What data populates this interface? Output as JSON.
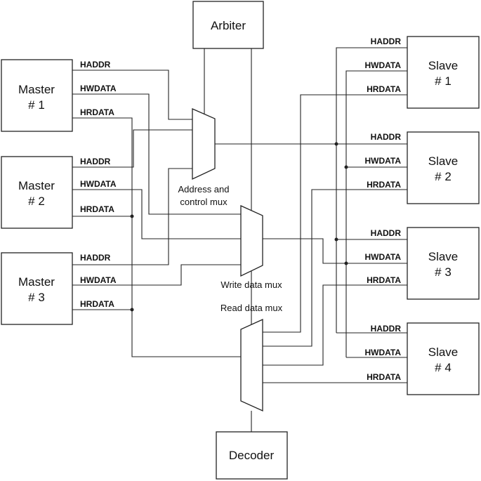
{
  "blocks": {
    "arbiter": "Arbiter",
    "decoder": "Decoder",
    "masters": [
      {
        "line1": "Master",
        "line2": "# 1"
      },
      {
        "line1": "Master",
        "line2": "# 2"
      },
      {
        "line1": "Master",
        "line2": "# 3"
      }
    ],
    "slaves": [
      {
        "line1": "Slave",
        "line2": "# 1"
      },
      {
        "line1": "Slave",
        "line2": "# 2"
      },
      {
        "line1": "Slave",
        "line2": "# 3"
      },
      {
        "line1": "Slave",
        "line2": "# 4"
      }
    ]
  },
  "signals": {
    "haddr": "HADDR",
    "hwdata": "HWDATA",
    "hrdata": "HRDATA"
  },
  "muxes": {
    "addr_line1": "Address and",
    "addr_line2": "control mux",
    "write": "Write data mux",
    "read": "Read data mux"
  }
}
